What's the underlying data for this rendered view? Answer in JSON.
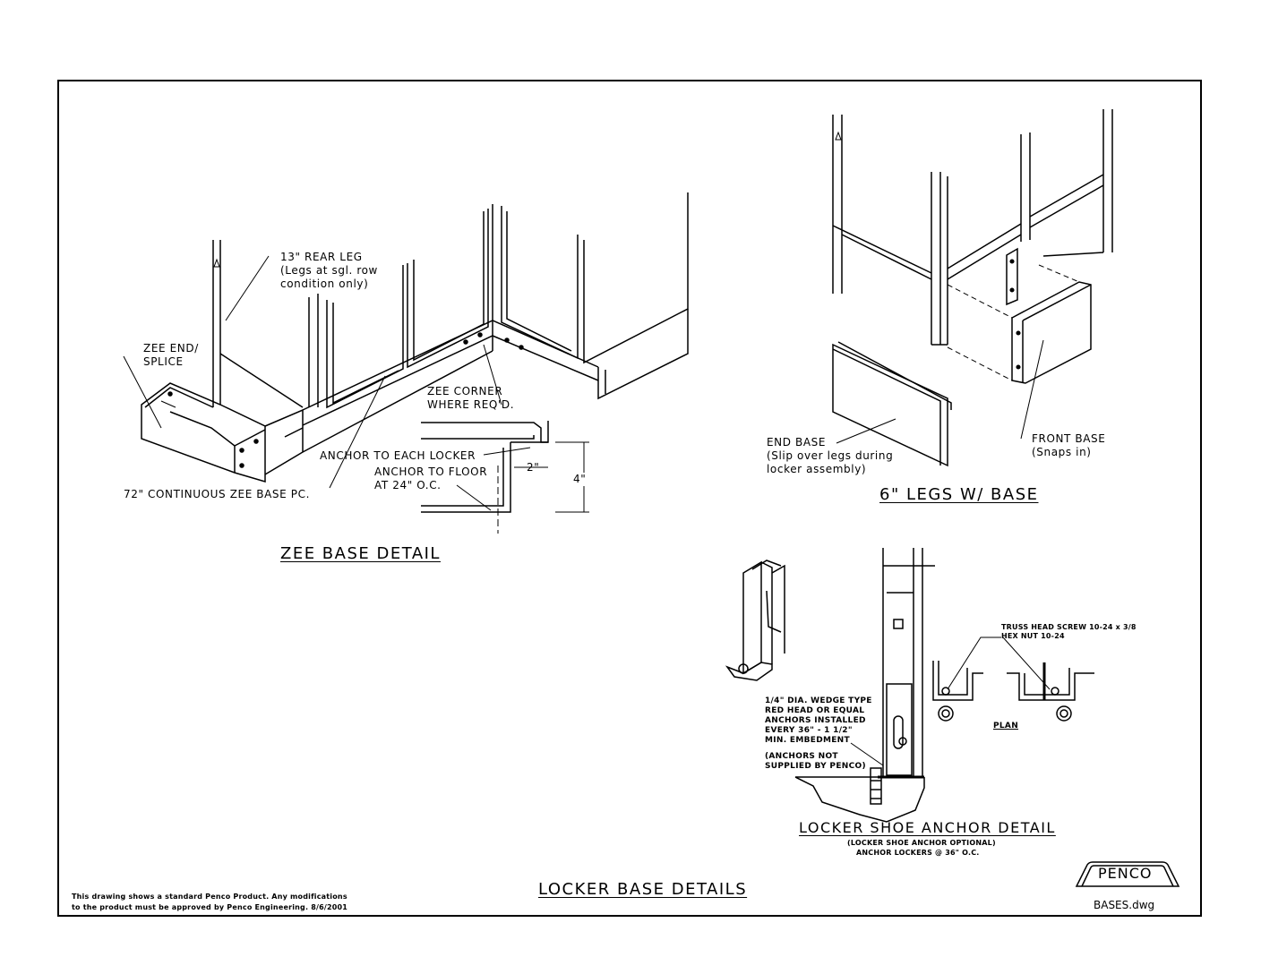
{
  "zee": {
    "rear_leg": "13\" REAR LEG\n(Legs at sgl. row\ncondition only)",
    "end_splice": "ZEE END/\nSPLICE",
    "corner": "ZEE CORNER\nWHERE REQ'D.",
    "anchor_locker": "ANCHOR TO EACH LOCKER",
    "anchor_floor": "ANCHOR TO FLOOR\nAT 24\" O.C.",
    "dim_2": "2\"",
    "dim_4": "4\"",
    "continuous": "72\" CONTINUOUS ZEE BASE PC.",
    "title": "ZEE BASE DETAIL"
  },
  "legs": {
    "end_base": "END BASE\n(Slip over legs during\nlocker assembly)",
    "front_base": "FRONT BASE\n(Snaps in)",
    "title": "6\" LEGS W/ BASE"
  },
  "shoe": {
    "truss": "TRUSS HEAD SCREW 10-24 x 3/8\nHEX NUT 10-24",
    "wedge": "1/4\" DIA. WEDGE TYPE\nRED HEAD OR EQUAL\nANCHORS INSTALLED\nEVERY 36\" - 1 1/2\"\nMIN. EMBEDMENT",
    "not_supplied": "(ANCHORS NOT\nSUPPLIED BY PENCO)",
    "plan": "PLAN",
    "title": "LOCKER SHOE ANCHOR DETAIL",
    "sub1": "(LOCKER SHOE ANCHOR OPTIONAL)",
    "sub2": "ANCHOR LOCKERS @ 36\" O.C."
  },
  "sheet": {
    "title": "LOCKER BASE DETAILS",
    "note": "This drawing shows a standard Penco Product. Any modifications\nto the product must be approved by Penco Engineering. 8/6/2001",
    "logo": "PENCO",
    "filename": "BASES.dwg"
  }
}
